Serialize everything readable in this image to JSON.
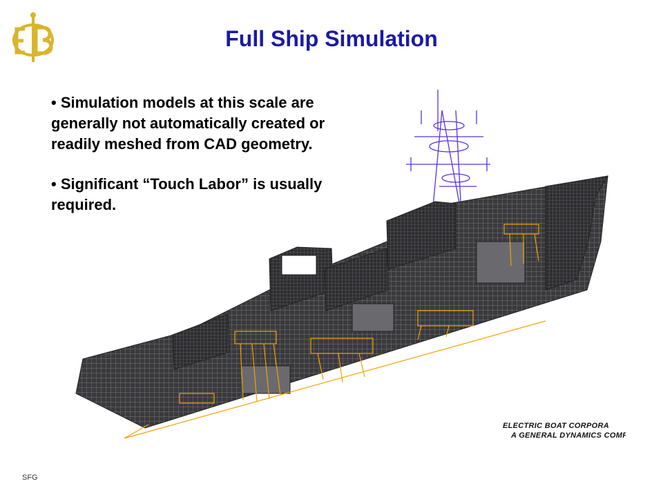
{
  "slide": {
    "title": "Full Ship Simulation",
    "bullets": [
      "Simulation models at this scale are generally not automatically created or readily meshed from CAD geometry.",
      "Significant “Touch Labor” is usually required."
    ],
    "company_name": "ELECTRIC BOAT CORPORA",
    "company_tagline": "A GENERAL DYNAMICS COMPA",
    "footer": "SFG"
  },
  "logo": {
    "icon": "eb-logo-icon",
    "color": "#d9b52a"
  },
  "model": {
    "icon": "ship-fem-mesh",
    "hull_color": "#3a3a3d",
    "frame_color": "#f5a000",
    "mast_color": "#5533dd"
  }
}
